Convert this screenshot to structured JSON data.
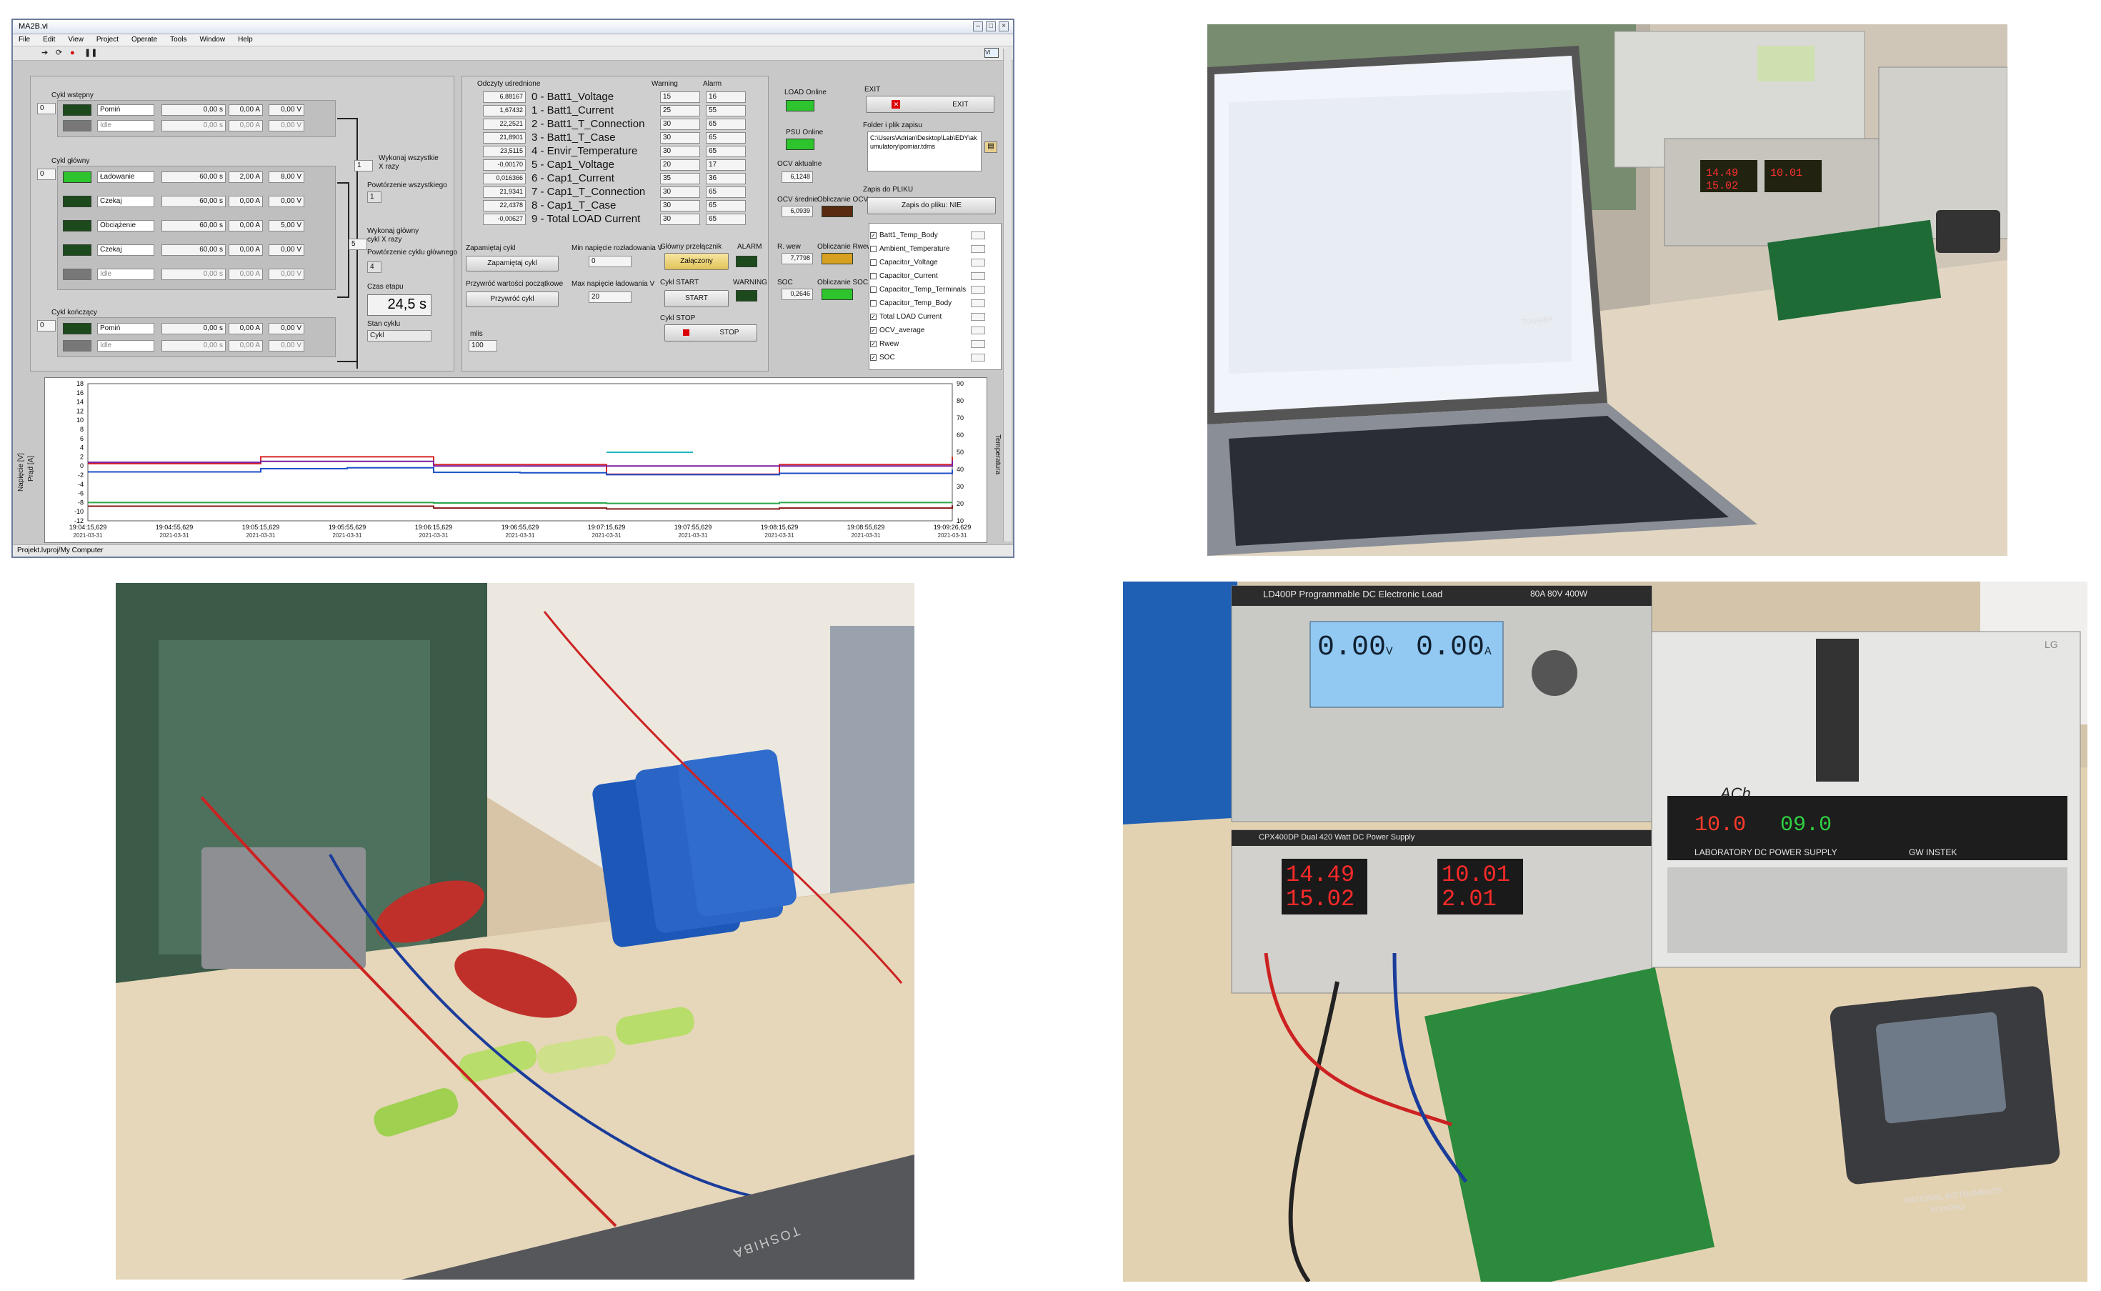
{
  "window": {
    "title": "MA2B.vi"
  },
  "menu": [
    "File",
    "Edit",
    "View",
    "Project",
    "Operate",
    "Tools",
    "Window",
    "Help"
  ],
  "cycles": {
    "intro": {
      "title": "Cykl wstępny",
      "index": "0",
      "rows": [
        {
          "mode": "Pomiń",
          "time": "0,00 s",
          "current": "0,00 A",
          "voltage": "0,00 V"
        },
        {
          "mode": "Idle",
          "time": "0,00 s",
          "current": "0,00 A",
          "voltage": "0,00 V"
        }
      ]
    },
    "main": {
      "title": "Cykl główny",
      "index": "0",
      "rows": [
        {
          "mode": "Ładowanie",
          "time": "60,00 s",
          "current": "2,00 A",
          "voltage": "8,00 V"
        },
        {
          "mode": "Czekaj",
          "time": "60,00 s",
          "current": "0,00 A",
          "voltage": "0,00 V"
        },
        {
          "mode": "Obciążenie",
          "time": "60,00 s",
          "current": "0,00 A",
          "voltage": "5,00 V"
        },
        {
          "mode": "Czekaj",
          "time": "60,00 s",
          "current": "0,00 A",
          "voltage": "0,00 V"
        },
        {
          "mode": "Idle",
          "time": "0,00 s",
          "current": "0,00 A",
          "voltage": "0,00 V"
        }
      ]
    },
    "final": {
      "title": "Cykl kończący",
      "index": "0",
      "rows": [
        {
          "mode": "Pomiń",
          "time": "0,00 s",
          "current": "0,00 A",
          "voltage": "0,00 V"
        },
        {
          "mode": "Idle",
          "time": "0,00 s",
          "current": "0,00 A",
          "voltage": "0,00 V"
        }
      ]
    }
  },
  "repeat": {
    "all_label": "Wykonaj wszystkie\nX razy",
    "all_value": "1",
    "repeat_all_label": "Powtórzenie wszystkiego",
    "repeat_all_value": "1",
    "main_label": "Wykonaj główny\ncykl X razy",
    "main_value": "5",
    "repeat_main_label": "Powtórzenie cyklu głównego",
    "repeat_main_value": "4",
    "stage_time_label": "Czas etapu",
    "stage_time_value": "24,5 s",
    "cycle_state_label": "Stan cyklu",
    "cycle_state_value": "Cykl"
  },
  "readings": {
    "title": "Odczyty uśrednione",
    "values": [
      "6,88167",
      "1,67432",
      "22,2521",
      "21,8901",
      "23,5115",
      "-0,00170",
      "0,016366",
      "21,9341",
      "22,4378",
      "-0,00627"
    ],
    "labels": [
      "0 - Batt1_Voltage",
      "1 - Batt1_Current",
      "2 - Batt1_T_Connection",
      "3 - Batt1_T_Case",
      "4 - Envir_Temperature",
      "5 - Cap1_Voltage",
      "6 - Cap1_Current",
      "7 - Cap1_T_Connection",
      "8 - Cap1_T_Case",
      "9 - Total LOAD Current"
    ],
    "warning_title": "Warning",
    "alarm_title": "Alarm",
    "warning": [
      "15",
      "25",
      "30",
      "30",
      "30",
      "20",
      "35",
      "30",
      "30",
      "30"
    ],
    "alarm": [
      "16",
      "55",
      "65",
      "65",
      "65",
      "17",
      "36",
      "65",
      "65",
      "65"
    ]
  },
  "controls": {
    "save_cycle_label": "Zapamiętaj cykl",
    "save_cycle_button": "Zapamiętaj cykl",
    "restore_label": "Przywróć wartości początkowe",
    "restore_button": "Przywróć cykl",
    "min_voltage_label": "Min napięcie rozładowania V",
    "min_voltage_value": "0",
    "max_voltage_label": "Max napięcie ładowania V",
    "max_voltage_value": "20",
    "main_switch_label": "Główny przełącznik",
    "main_switch_button": "Załączony",
    "alarm_label": "ALARM",
    "cycle_start_label": "Cykl START",
    "start_button": "START",
    "warning_label": "WARNING",
    "cycle_stop_label": "Cykl STOP",
    "stop_button": "STOP",
    "millis_label": "mlis",
    "millis_value": "100"
  },
  "status": {
    "load_online_label": "LOAD Online",
    "psu_online_label": "PSU Online",
    "ocv_current_label": "OCV aktualne",
    "ocv_current_value": "6,1248",
    "ocv_avg_label": "OCV średnie",
    "ocv_avg_value": "6,0939",
    "calc_ocv_label": "Obliczanie OCV",
    "r_int_label": "R. wew",
    "r_int_value": "7,7798",
    "calc_r_label": "Obliczanie Rwew",
    "soc_label": "SOC",
    "soc_value": "0,2646",
    "calc_soc_label": "Obliczanie SOC",
    "exit_label": "EXIT",
    "exit_button": "EXIT",
    "folder_label": "Folder i plik zapisu",
    "folder_value": "C:\\Users\\Adrian\\Desktop\\Lab\\EDY\\akumulatory\\pomiar.tdms",
    "save_file_label": "Zapis do PLIKU",
    "save_file_button": "Zapis do pliku: NIE"
  },
  "channels": [
    "Batt1_Temp_Body",
    "Ambient_Temperature",
    "Capacitor_Voltage",
    "Capacitor_Current",
    "Capacitor_Temp_Terminals",
    "Capacitor_Temp_Body",
    "Total LOAD Current",
    "OCV_average",
    "Rwew",
    "SOC"
  ],
  "channel_checked": [
    true,
    false,
    false,
    false,
    false,
    false,
    true,
    true,
    true,
    true
  ],
  "chart_data": {
    "type": "line",
    "y_left_label": "Napięcie [V]",
    "y_left_label2": "Prąd [A]",
    "y_right_label": "Temperatura",
    "y_left_ticks": [
      "18",
      "16",
      "14",
      "12",
      "10",
      "8",
      "6",
      "4",
      "2",
      "0",
      "-2",
      "-4",
      "-6",
      "-8",
      "-10",
      "-12"
    ],
    "y_right_ticks": [
      "90",
      "80",
      "70",
      "60",
      "50",
      "40",
      "30",
      "20",
      "10"
    ],
    "x_ticks": [
      "19:04:15,629",
      "19:04:55,629",
      "19:05:15,629",
      "19:05:55,629",
      "19:06:15,629",
      "19:06:55,629",
      "19:07:15,629",
      "19:07:55,629",
      "19:08:15,629",
      "19:08:55,629",
      "19:09:26,629"
    ],
    "x_date": "2021-03-31",
    "ylim": [
      -12,
      18
    ],
    "series": [
      {
        "color": "#d62828",
        "values": [
          0.5,
          0.5,
          2.0,
          2.0,
          0.3,
          0.3,
          -1.8,
          -1.8,
          0.3,
          0.3,
          2.0
        ]
      },
      {
        "color": "#7a1fa2",
        "values": [
          0.8,
          0.8,
          1.0,
          1.0,
          0.0,
          0.0,
          0.0,
          0.0,
          0.0,
          0.0,
          1.2
        ]
      },
      {
        "color": "#1e50c8",
        "values": [
          -1.3,
          -1.3,
          -0.6,
          -0.4,
          -1.4,
          -1.5,
          -1.9,
          -1.9,
          -1.6,
          -1.6,
          -0.8
        ]
      },
      {
        "color": "#2aa84a",
        "values": [
          -8.0,
          -8.0,
          -8.0,
          -8.0,
          -8.1,
          -8.1,
          -8.2,
          -8.2,
          -8.0,
          -8.0,
          -8.0
        ]
      },
      {
        "color": "#8b1a1a",
        "values": [
          -8.8,
          -8.8,
          -8.8,
          -8.8,
          -9.2,
          -9.2,
          -9.4,
          -9.4,
          -9.2,
          -9.2,
          -8.6
        ]
      },
      {
        "color": "#20b8c0",
        "values": [
          null,
          null,
          null,
          null,
          null,
          null,
          3.0,
          3.0,
          null,
          null,
          null
        ]
      }
    ]
  },
  "footer": {
    "project": "Projekt.lvproj/My Computer"
  },
  "photos": {
    "laptop_brand": "TOSHIBA",
    "load_title": "LD400P  Programmable DC Electronic Load",
    "load_spec": "80A  80V  400W",
    "load_v": "0.00",
    "load_a": "0.00",
    "load_unit_v": "V",
    "load_unit_a": "A",
    "psu_title": "CPX400DP  Dual 420 Watt  DC Power Supply",
    "psu_v1": "14.49",
    "psu_v2": "15.02",
    "psu_a1": "10.01",
    "psu_a2": "2.01",
    "gw_label": "LABORATORY DC POWER SUPPLY",
    "gw_brand": "GW INSTEK",
    "gw_v": "10.0",
    "gw_a": "09.0",
    "gw_sticker": "ACh",
    "daq_brand": "NATIONAL INSTRUMENTS",
    "daq_model": "NI myDAQ",
    "lg_brand": "LG"
  }
}
